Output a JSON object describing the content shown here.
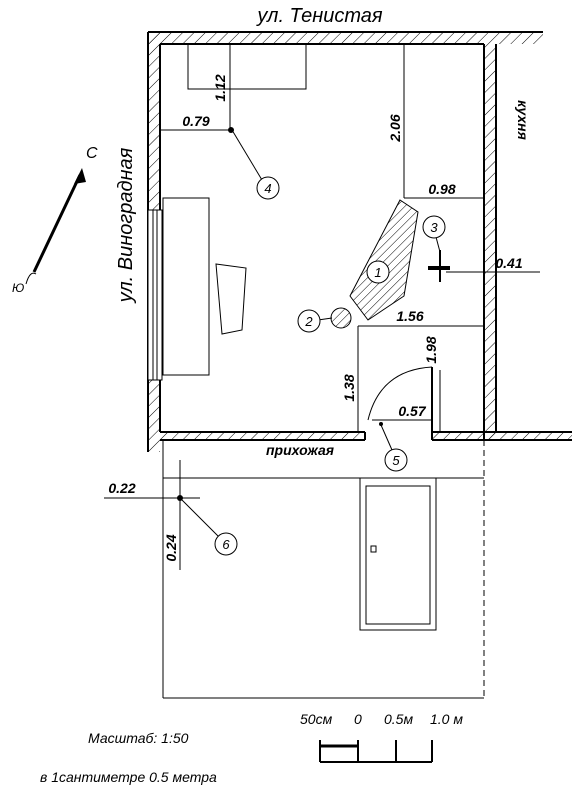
{
  "streets": {
    "top": "ул. Тенистая",
    "left": "ул. Виноградная"
  },
  "rooms": {
    "kitchen": "кухня",
    "hallway": "прихожая"
  },
  "compass": {
    "north": "С",
    "south": "Ю"
  },
  "dimensions": {
    "d1": "1.12",
    "d2": "0.79",
    "d3": "2.06",
    "d4": "0.98",
    "d5": "0.41",
    "d6": "1.56",
    "d7": "1.98",
    "d8": "1.38",
    "d9": "0.57",
    "d10": "0.22",
    "d11": "0.24"
  },
  "markers": [
    "1",
    "2",
    "3",
    "4",
    "5",
    "6"
  ],
  "legend": {
    "scale": "Масштаб: 1:50",
    "conversion": "в 1сантиметре 0.5 метра",
    "bar_label_50": "50см",
    "bar_label_0": "0",
    "bar_label_05": "0.5м",
    "bar_label_10": "1.0 м"
  }
}
